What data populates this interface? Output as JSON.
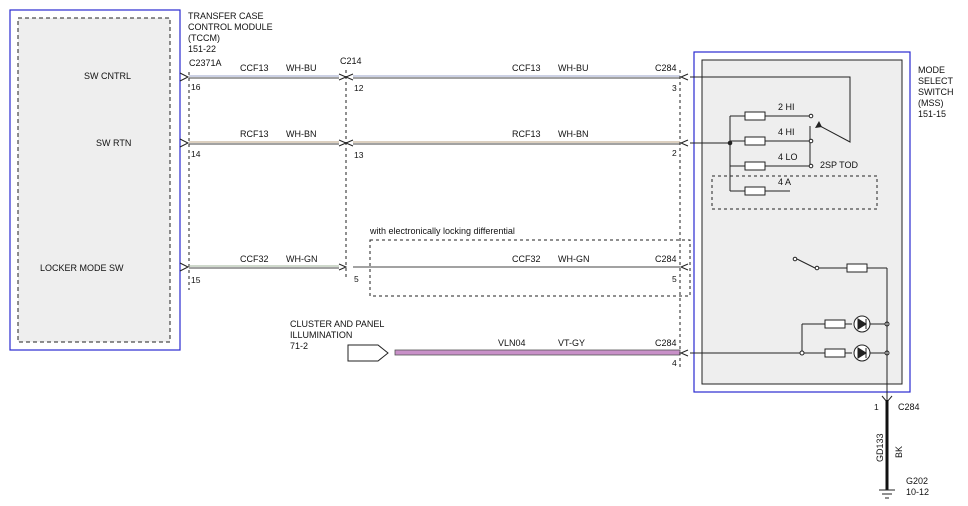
{
  "module": {
    "title_lines": [
      "TRANSFER CASE",
      "CONTROL MODULE",
      "(TCCM)",
      "151-22"
    ],
    "pins": [
      {
        "name": "SW CNTRL",
        "pin": "16"
      },
      {
        "name": "SW RTN",
        "pin": "14"
      },
      {
        "name": "LOCKER MODE SW",
        "pin": "15"
      }
    ],
    "connector": "C2371A"
  },
  "mid_connector": {
    "name": "C214",
    "pins": [
      "12",
      "13",
      "5"
    ]
  },
  "switch": {
    "title_lines": [
      "MODE",
      "SELECT",
      "SWITCH",
      "(MSS)",
      "151-15"
    ],
    "connector_top": "C284",
    "connector_locker": "C284",
    "connector_illum": "C284",
    "pins": [
      "3",
      "2",
      "5",
      "4"
    ],
    "positions": [
      "2 HI",
      "4 HI",
      "4 LO",
      "4 A"
    ],
    "option_label": "2SP TOD"
  },
  "wires": {
    "sw_cntrl": {
      "circuit": "CCF13",
      "color": "WH-BU"
    },
    "sw_rtn": {
      "circuit": "RCF13",
      "color": "WH-BN"
    },
    "locker": {
      "circuit": "CCF32",
      "color": "WH-GN"
    },
    "illum": {
      "circuit": "VLN04",
      "color": "VT-GY"
    }
  },
  "option_note": "with electronically locking differential",
  "illumination": {
    "title_lines": [
      "CLUSTER AND PANEL",
      "ILLUMINATION",
      "71-2"
    ]
  },
  "ground": {
    "pin": "1",
    "connector": "C284",
    "circuit": "GD133",
    "color": "BK",
    "name": "G202",
    "ref": "10-12"
  }
}
